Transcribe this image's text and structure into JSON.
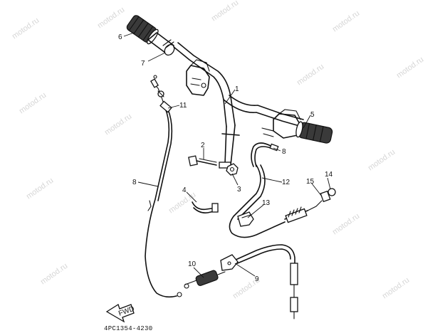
{
  "callouts": {
    "c1": "1",
    "c2": "2",
    "c3": "3",
    "c4": "4",
    "c5": "5",
    "c6": "6",
    "c7": "7",
    "c8a": "8",
    "c8b": "8",
    "c9": "9",
    "c10": "10",
    "c11": "11",
    "c12": "12",
    "c13": "13",
    "c14": "14",
    "c15": "15"
  },
  "front_arrow": "FWD",
  "diagram_code": "4PC1354-4230",
  "watermark": "motod.ru"
}
